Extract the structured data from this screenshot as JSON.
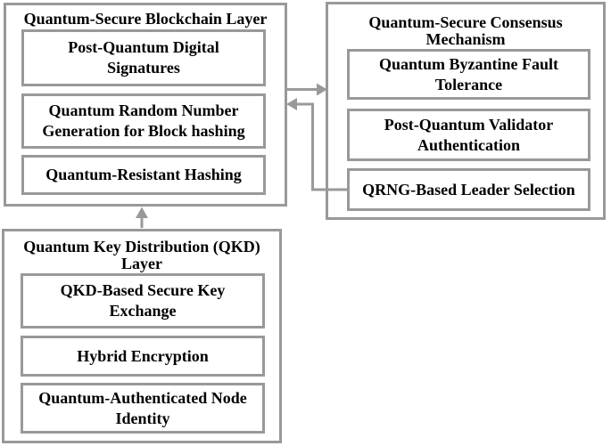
{
  "diagram": {
    "description": "Quantum-secure blockchain architecture block diagram",
    "colors": {
      "border": "#999999",
      "arrow": "#999999",
      "text": "#000000",
      "background": "#ffffff"
    },
    "boxes": {
      "blockchain": {
        "title": "Quantum-Secure Blockchain Layer",
        "items": [
          "Post-Quantum Digital Signatures",
          "Quantum Random Number Generation for Block hashing",
          "Quantum-Resistant Hashing"
        ]
      },
      "consensus": {
        "title": "Quantum-Secure Consensus Mechanism",
        "items": [
          "Quantum Byzantine Fault Tolerance",
          "Post-Quantum Validator Authentication",
          "QRNG-Based Leader Selection"
        ]
      },
      "qkd": {
        "title": "Quantum Key Distribution (QKD) Layer",
        "items": [
          "QKD-Based Secure Key Exchange",
          "Hybrid Encryption",
          "Quantum-Authenticated Node Identity"
        ]
      }
    },
    "connections": [
      {
        "from": "blockchain",
        "to": "consensus",
        "direction": "right"
      },
      {
        "from": "consensus.QRNG-Based Leader Selection",
        "to": "blockchain",
        "direction": "left"
      },
      {
        "from": "qkd",
        "to": "blockchain",
        "direction": "up"
      }
    ]
  }
}
